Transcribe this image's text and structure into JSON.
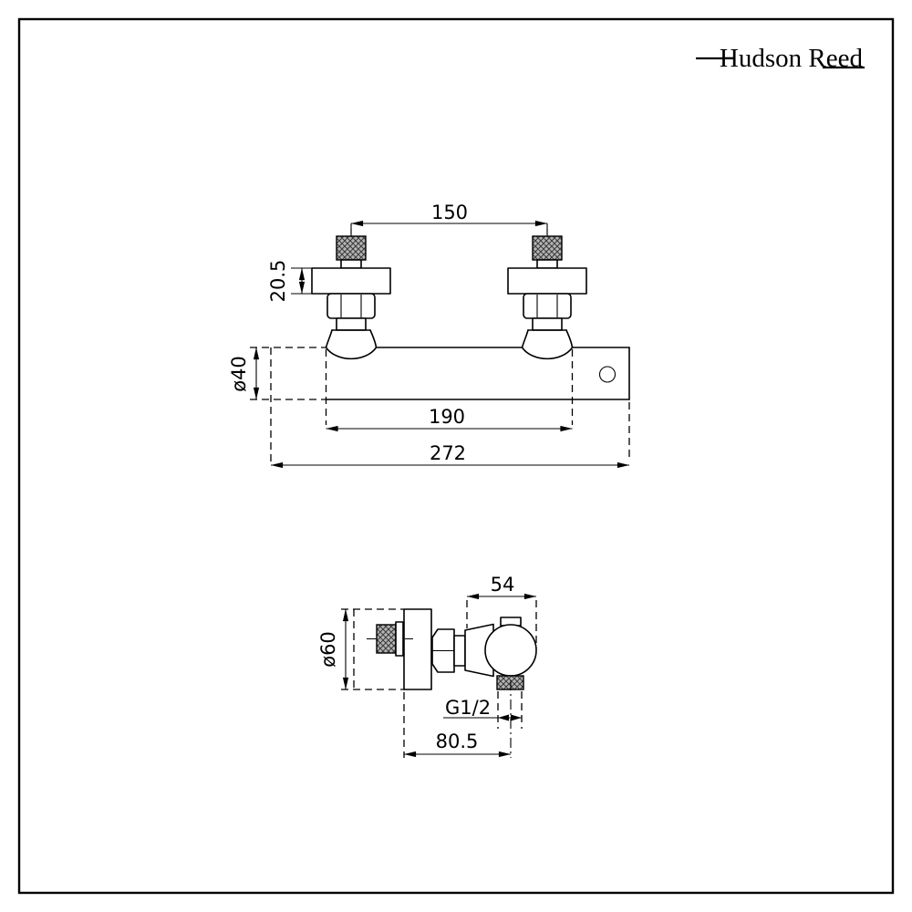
{
  "page": {
    "background_color": "#ffffff",
    "line_color": "#000000",
    "thread_fill_color": "#b5b5b5"
  },
  "logo": {
    "text": "Hudson Reed"
  },
  "front_view": {
    "dimensions": {
      "inlet_spacing": "150",
      "flange_height": "20.5",
      "body_diameter": "ø40",
      "fixing_width": "190",
      "overall_width": "272"
    }
  },
  "side_view": {
    "dimensions": {
      "depth": "54",
      "wall_plate_diameter": "ø60",
      "outlet_thread": "G1/2",
      "wall_to_outlet": "80.5"
    }
  }
}
